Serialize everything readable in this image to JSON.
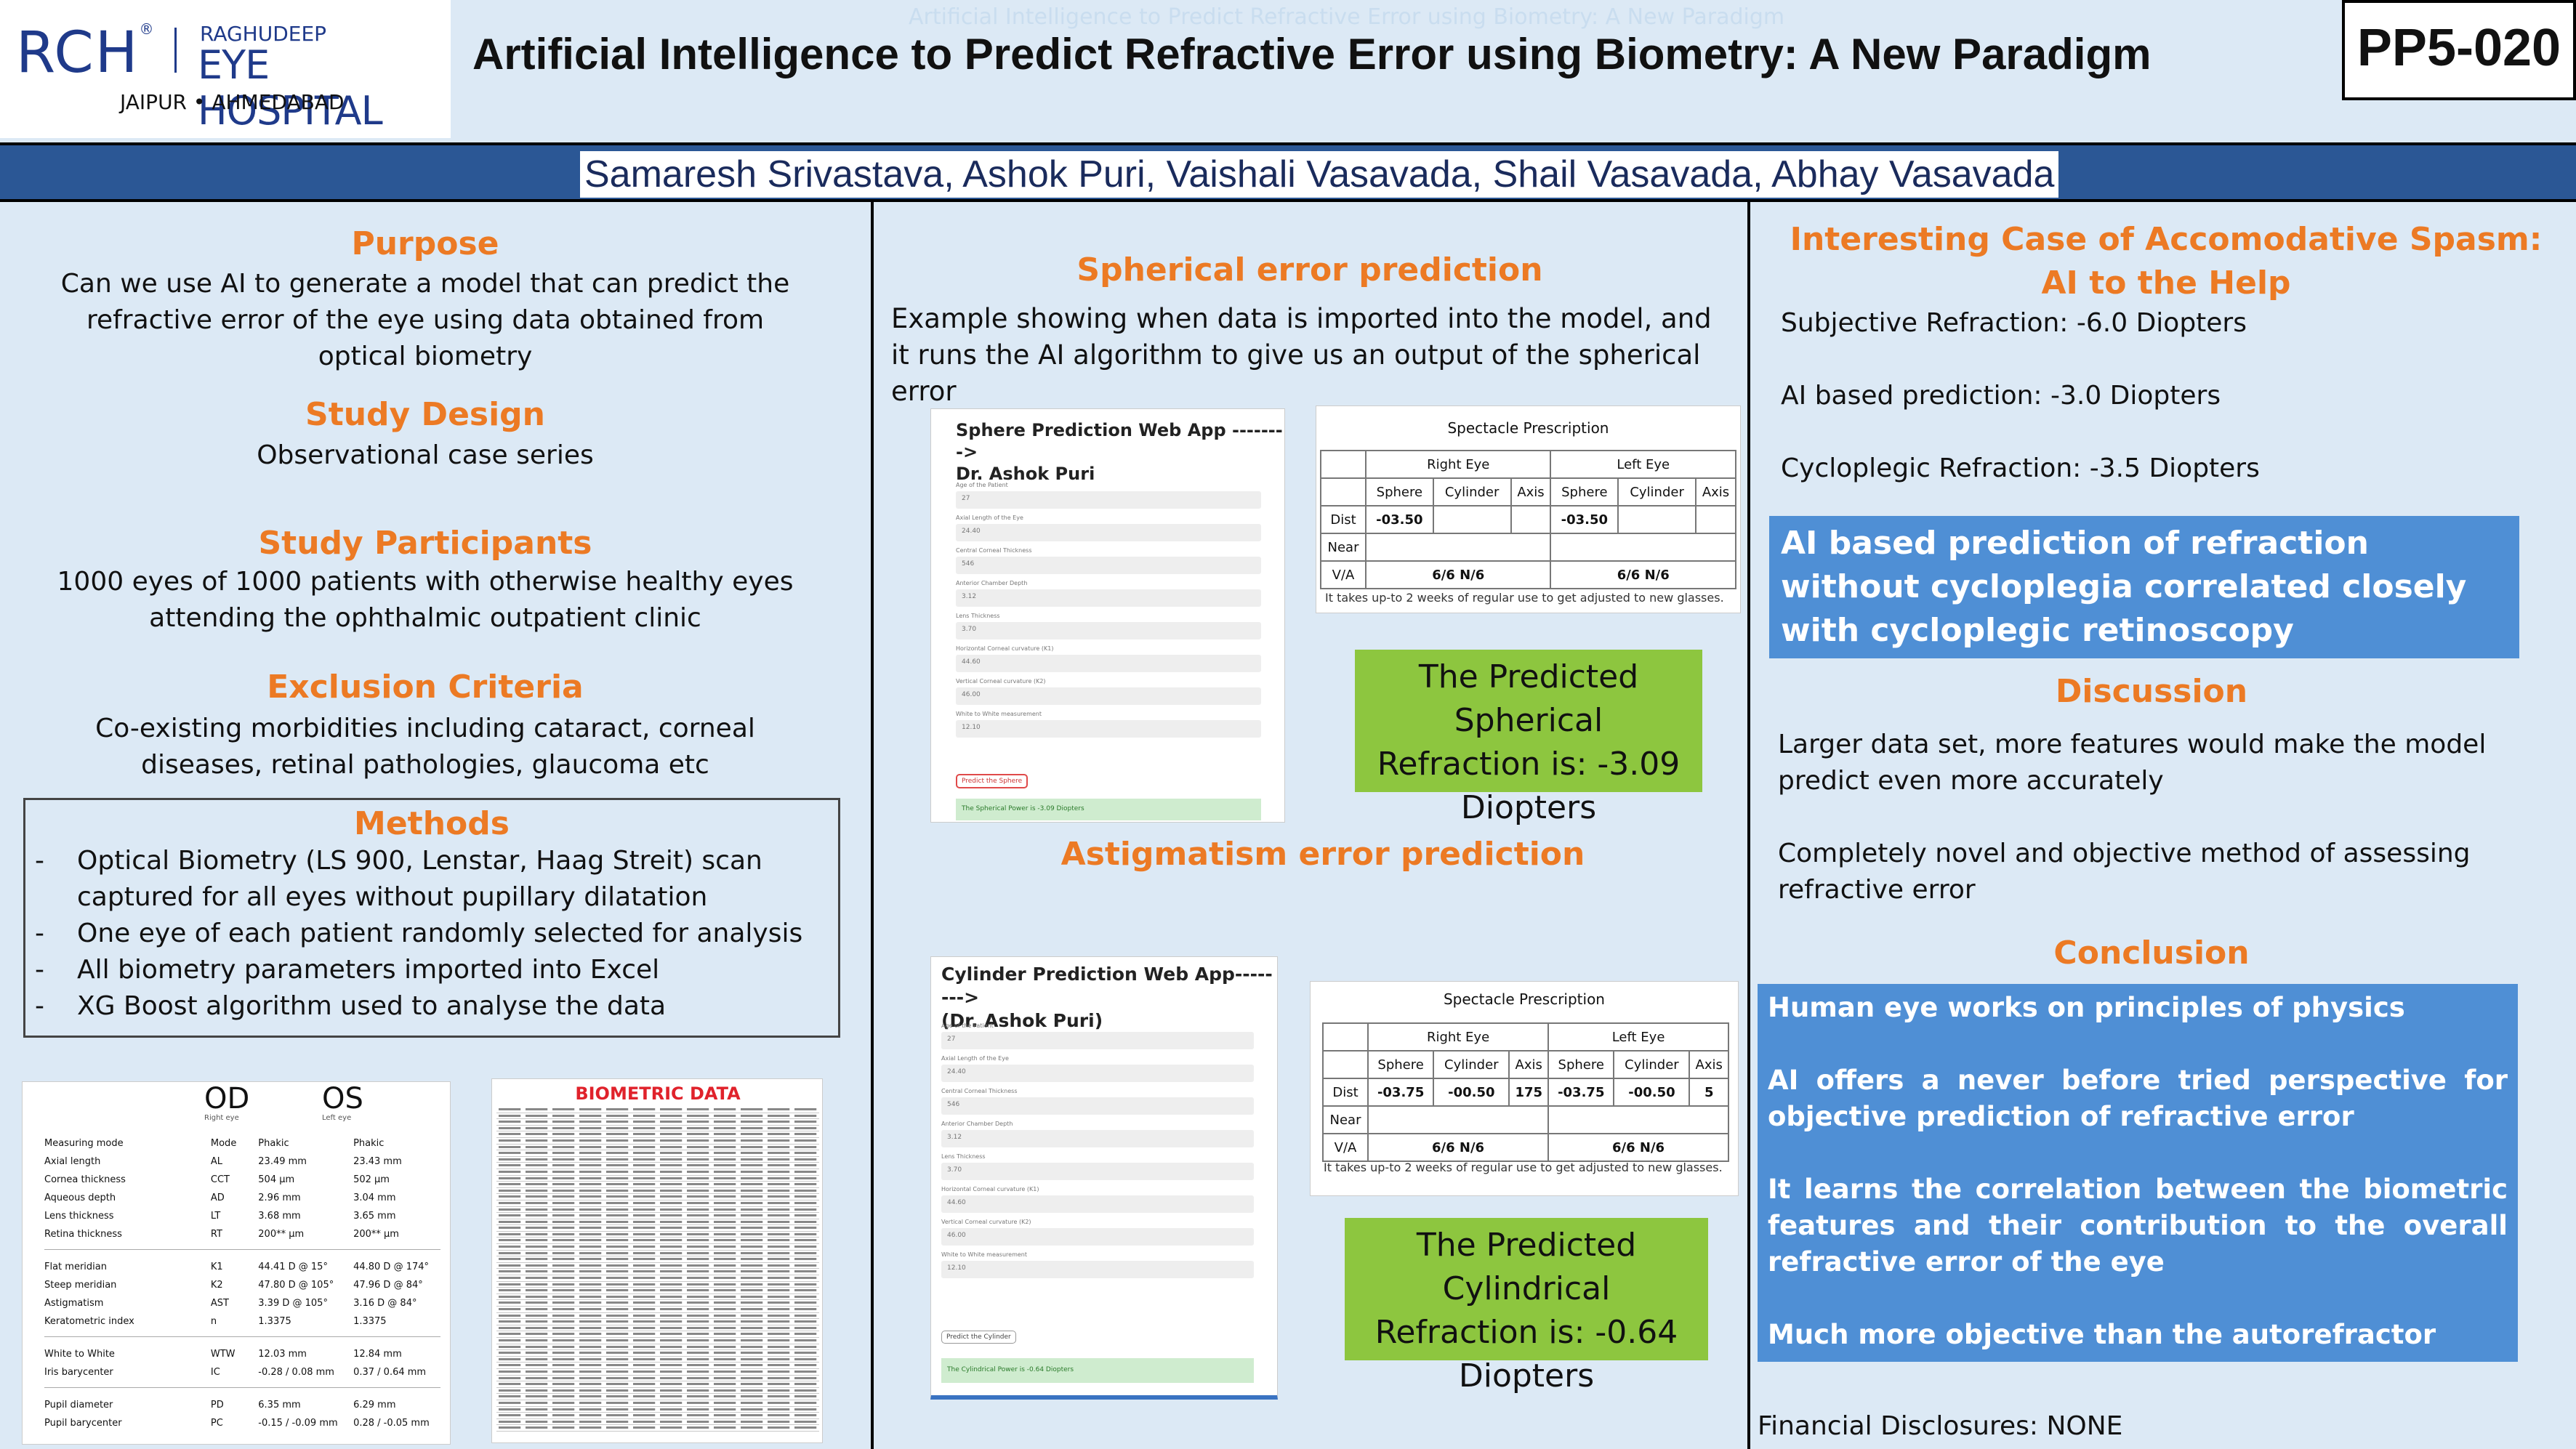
{
  "header": {
    "logo_mark": "RCH",
    "logo_line1": "RAGHUDEEP",
    "logo_line2": "EYE HOSPITAL",
    "logo_cities": "JAIPUR • AHMEDABAD",
    "ghost_title": "Artificial Intelligence to Predict Refractive Error using Biometry: A New Paradigm",
    "title": "Artificial Intelligence to Predict Refractive Error using Biometry: A New Paradigm",
    "poster_code": "PP5-020",
    "authors": "Samaresh Srivastava, Ashok Puri, Vaishali Vasavada, Shail Vasavada, Abhay Vasavada"
  },
  "left": {
    "purpose_title": "Purpose",
    "purpose_text": "Can we use AI to generate a model that can predict the refractive error of the eye using data obtained from optical biometry",
    "design_title": "Study Design",
    "design_text": "Observational case series",
    "participants_title": "Study Participants",
    "participants_text": "1000 eyes of 1000 patients with otherwise healthy eyes attending the ophthalmic outpatient clinic",
    "exclusion_title": "Exclusion Criteria",
    "exclusion_text": "Co-existing morbidities including cataract, corneal diseases, retinal pathologies, glaucoma etc",
    "methods_title": "Methods",
    "methods": [
      "Optical Biometry (LS 900, Lenstar, Haag Streit) scan captured for all eyes without pupillary dilatation",
      "One eye of each patient randomly selected for analysis",
      "All biometry parameters imported into Excel",
      "XG Boost algorithm used to analyse the data"
    ],
    "biometry": {
      "od": "OD",
      "os": "OS",
      "od_sub": "Right eye",
      "os_sub": "Left eye",
      "mode_label": "Measuring mode",
      "mode_col": "Mode",
      "mode_od": "Phakic",
      "mode_os": "Phakic",
      "rows1": [
        [
          "Axial length",
          "AL",
          "23.49 mm",
          "23.43 mm"
        ],
        [
          "Cornea thickness",
          "CCT",
          "504 µm",
          "502 µm"
        ],
        [
          "Aqueous depth",
          "AD",
          "2.96 mm",
          "3.04 mm"
        ],
        [
          "Lens thickness",
          "LT",
          "3.68 mm",
          "3.65 mm"
        ],
        [
          "Retina thickness",
          "RT",
          "200** µm",
          "200** µm"
        ]
      ],
      "rows2": [
        [
          "Flat meridian",
          "K1",
          "44.41 D @ 15°",
          "44.80 D @ 174°"
        ],
        [
          "Steep meridian",
          "K2",
          "47.80 D @ 105°",
          "47.96 D @ 84°"
        ],
        [
          "Astigmatism",
          "AST",
          "3.39 D @ 105°",
          "3.16 D @ 84°"
        ],
        [
          "Keratometric index",
          "n",
          "1.3375",
          "1.3375"
        ]
      ],
      "rows3": [
        [
          "White to White",
          "WTW",
          "12.03 mm",
          "12.84 mm"
        ],
        [
          "Iris barycenter",
          "IC",
          "-0.28 / 0.08 mm",
          "0.37 / 0.64 mm"
        ]
      ],
      "rows4": [
        [
          "Pupil diameter",
          "PD",
          "6.35 mm",
          "6.29 mm"
        ],
        [
          "Pupil barycenter",
          "PC",
          "-0.15 / -0.09 mm",
          "0.28 / -0.05 mm"
        ]
      ]
    },
    "biometric_data_title": "BIOMETRIC DATA"
  },
  "middle": {
    "spherical_title": "Spherical error prediction",
    "spherical_text": "Example showing when data is imported into the model, and it runs the AI algorithm to give us an output of the spherical error",
    "sphere_app_title": "Sphere Prediction Web App -------->\nDr. Ashok Puri",
    "sphere_app_fields": [
      [
        "Age of the Patient",
        "27"
      ],
      [
        "Axial Length of the Eye",
        "24.40"
      ],
      [
        "Central Corneal Thickness",
        "546"
      ],
      [
        "Anterior Chamber Depth",
        "3.12"
      ],
      [
        "Lens Thickness",
        "3.70"
      ],
      [
        "Horizontal Corneal curvature (K1)",
        "44.60"
      ],
      [
        "Vertical Corneal curvature (K2)",
        "46.00"
      ],
      [
        "White to White measurement",
        "12.10"
      ]
    ],
    "sphere_app_button": "Predict the Sphere",
    "sphere_app_result": "The Spherical Power is -3.09 Diopters",
    "rx1": {
      "title": "Spectacle Prescription",
      "right_eye": "Right Eye",
      "left_eye": "Left Eye",
      "sphere": "Sphere",
      "cylinder": "Cylinder",
      "axis": "Axis",
      "dist": "Dist",
      "near": "Near",
      "va": "V/A",
      "r_sph": "-03.50",
      "r_cyl": "",
      "r_axis": "",
      "l_sph": "-03.50",
      "l_cyl": "",
      "l_axis": "",
      "r_va": "6/6 N/6",
      "l_va": "6/6 N/6",
      "note": "It takes up-to 2 weeks of regular use to get adjusted to new glasses."
    },
    "predicted_sph": "The Predicted Spherical Refraction is: -3.09 Diopters",
    "astig_title": "Astigmatism error prediction",
    "cyl_app_title": "Cylinder Prediction Web App-------->\n(Dr. Ashok Puri)",
    "cyl_app_fields": [
      [
        "Age of the Patient",
        "27"
      ],
      [
        "Axial Length of the Eye",
        "24.40"
      ],
      [
        "Central Corneal Thickness",
        "546"
      ],
      [
        "Anterior Chamber Depth",
        "3.12"
      ],
      [
        "Lens Thickness",
        "3.70"
      ],
      [
        "Horizontal Corneal curvature (K1)",
        "44.60"
      ],
      [
        "Vertical Corneal curvature (K2)",
        "46.00"
      ],
      [
        "White to White measurement",
        "12.10"
      ]
    ],
    "cyl_app_button": "Predict the Cylinder",
    "cyl_app_result": "The Cylindrical Power is -0.64 Diopters",
    "rx2": {
      "title": "Spectacle Prescription",
      "right_eye": "Right Eye",
      "left_eye": "Left Eye",
      "sphere": "Sphere",
      "cylinder": "Cylinder",
      "axis": "Axis",
      "dist": "Dist",
      "near": "Near",
      "va": "V/A",
      "r_sph": "-03.75",
      "r_cyl": "-00.50",
      "r_axis": "175",
      "l_sph": "-03.75",
      "l_cyl": "-00.50",
      "l_axis": "5",
      "r_va": "6/6 N/6",
      "l_va": "6/6 N/6",
      "note": "It takes up-to 2 weeks of regular use to get adjusted to new glasses."
    },
    "predicted_cyl": "The Predicted Cylindrical Refraction is: -0.64 Diopters"
  },
  "right": {
    "case_title": "Interesting Case of Accomodative Spasm: AI to the Help",
    "subjective": "Subjective Refraction: -6.0 Diopters",
    "ai_based": "AI based prediction: -3.0 Diopters",
    "cycloplegic": "Cycloplegic Refraction: -3.5 Diopters",
    "highlight": "AI based prediction of refraction without cycloplegia correlated closely with cycloplegic retinoscopy",
    "discussion_title": "Discussion",
    "discussion1": "Larger data set, more features would make the model predict even more accurately",
    "discussion2": "Completely novel and objective method of assessing refractive error",
    "conclusion_title": "Conclusion",
    "conclusions": [
      "Human eye works on principles of physics",
      "AI offers a never before tried perspective for objective prediction of refractive error",
      "It learns the correlation between the biometric features and their contribution to the overall refractive error of the eye",
      "Much more objective than the autorefractor"
    ],
    "disclosure": "Financial Disclosures: NONE"
  },
  "colors": {
    "background": "#dce9f5",
    "accent_orange": "#ec7a24",
    "author_bar": "#2b5795",
    "green_box": "#8dc63f",
    "blue_box": "#4f8fd5"
  }
}
